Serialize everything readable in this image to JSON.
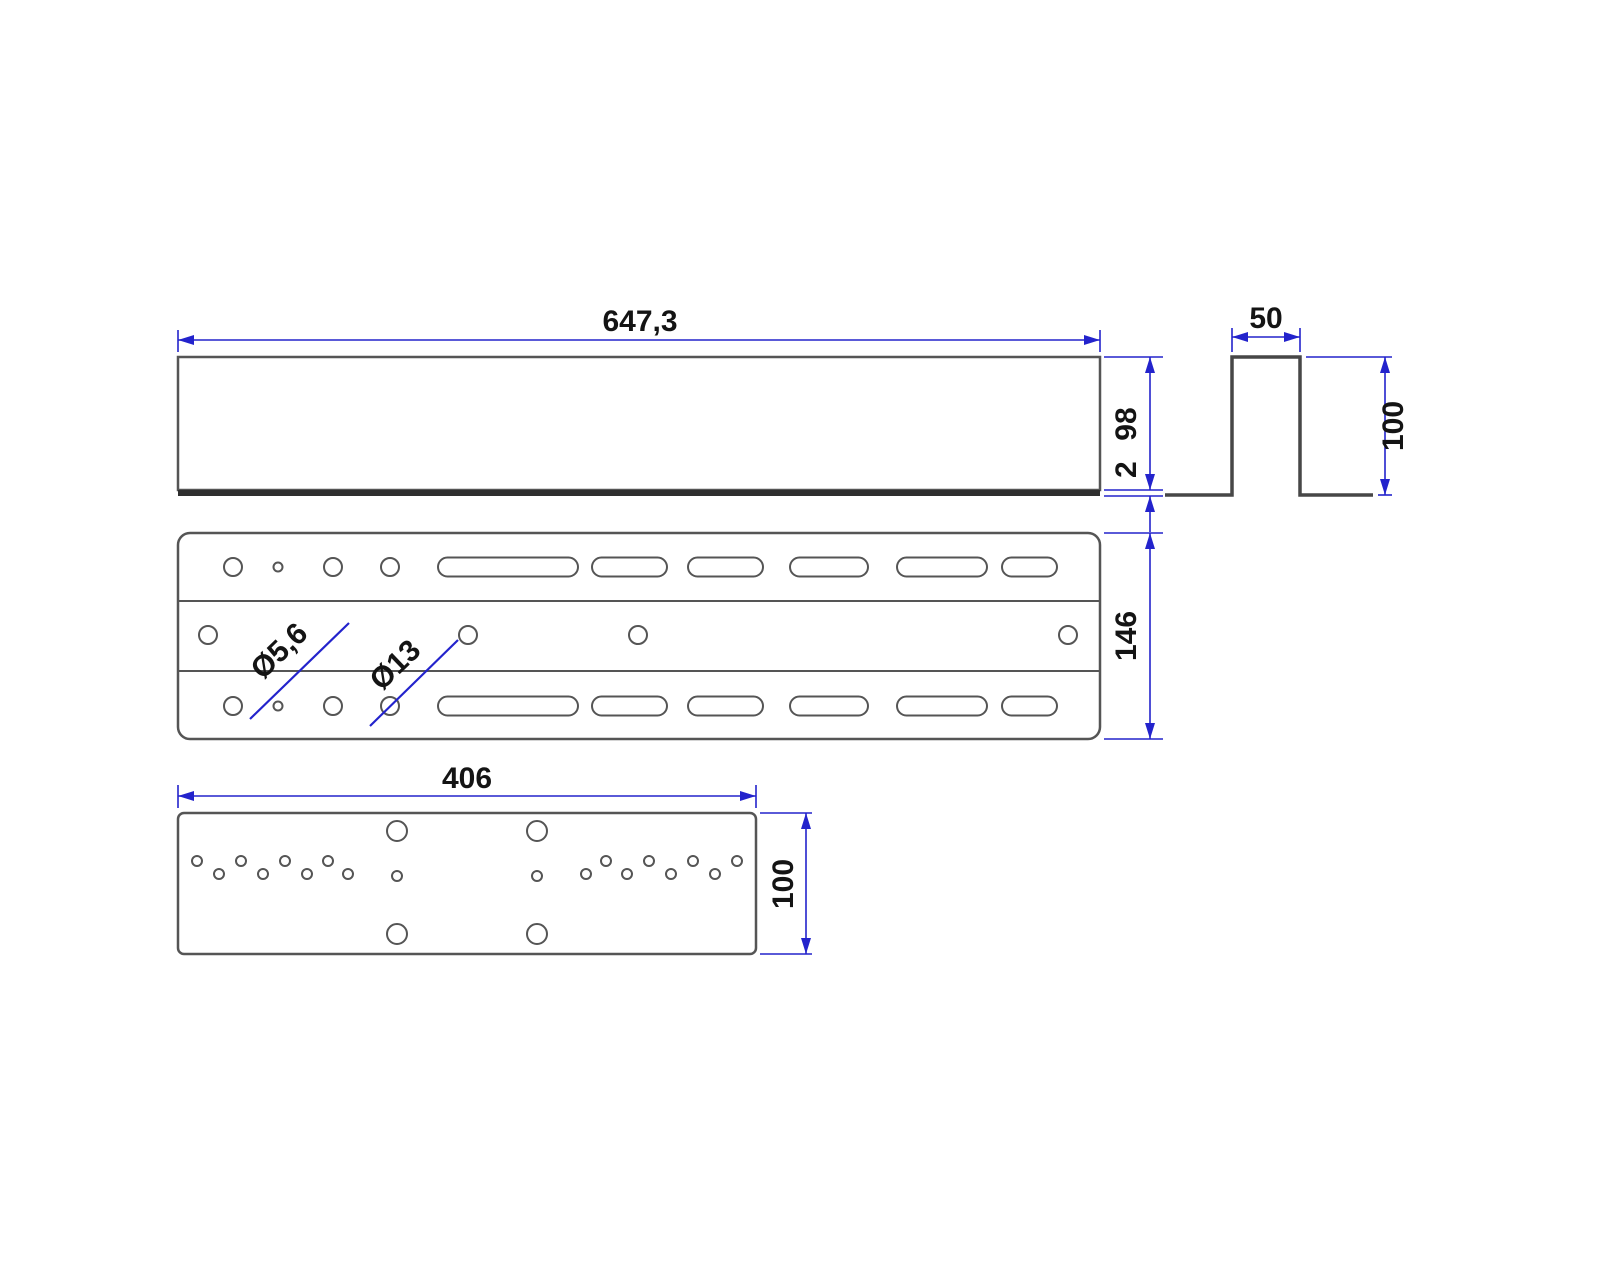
{
  "dimensions": {
    "side_length": "647,3",
    "side_height": "98",
    "side_thickness": "2",
    "section_width": "50",
    "section_height": "100",
    "flat_width": "146",
    "hole_small_dia": "Ø5,6",
    "hole_large_dia": "Ø13",
    "plate_length": "406",
    "plate_width": "100"
  },
  "colors": {
    "dimension_color": "#2323cc",
    "edge_color": "#555555",
    "text_color": "#141414",
    "background": "#ffffff"
  }
}
